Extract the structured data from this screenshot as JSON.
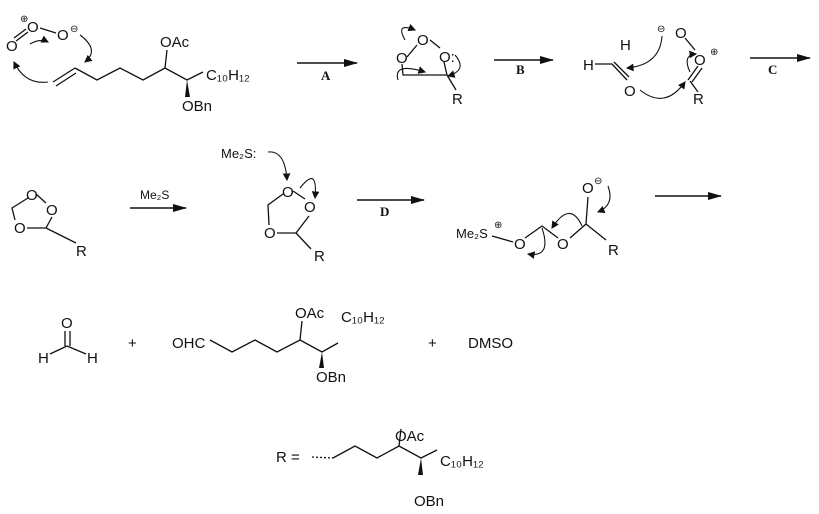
{
  "step1": {
    "ozone": {
      "o_left": "O",
      "o_center": "O",
      "o_right": "O",
      "plus": "⊕",
      "minus": "⊖"
    },
    "substrate": {
      "oac": "OAc",
      "chain_end": "C₁₀H₁₂",
      "obn": "OBn"
    },
    "arrow_label": "A"
  },
  "step2": {
    "molozonide": {
      "o1": "O",
      "o2": "O",
      "o3": "O:",
      "r": "R"
    },
    "arrow_label": "B"
  },
  "step3": {
    "aldehyde": {
      "h_top": "H",
      "h_left": "H",
      "o": "O",
      "minus": "⊖"
    },
    "carbonyl_oxide": {
      "o_top": "O",
      "o_plus": "O",
      "plus": "⊕",
      "r": "R"
    },
    "arrow_label": "C"
  },
  "step4": {
    "ozonide": {
      "o1": "O",
      "o2": "O",
      "o3": "O",
      "r": "R"
    },
    "arrow_label": "Me₂S",
    "attack": {
      "me2s": "Me₂S:",
      "o1": "O",
      "o2": "O",
      "o3": "O",
      "r": "R"
    },
    "arrow_label_d": "D",
    "adduct": {
      "me2s": "Me₂S",
      "plus": "⊕",
      "o1": "O",
      "o2": "O",
      "o_top": "O",
      "minus": "⊖",
      "r": "R"
    }
  },
  "products": {
    "formaldehyde": {
      "o": "O",
      "h1": "H",
      "h2": "H"
    },
    "plus1": "+",
    "aldehyde": {
      "ohc": "OHC",
      "oac": "OAc",
      "chain_end": "C₁₀H₁₂",
      "obn": "OBn"
    },
    "plus2": "+",
    "dmso": "DMSO"
  },
  "r_definition": {
    "label": "R =",
    "oac": "OAc",
    "chain_end": "C₁₀H₁₂",
    "obn": "OBn"
  }
}
